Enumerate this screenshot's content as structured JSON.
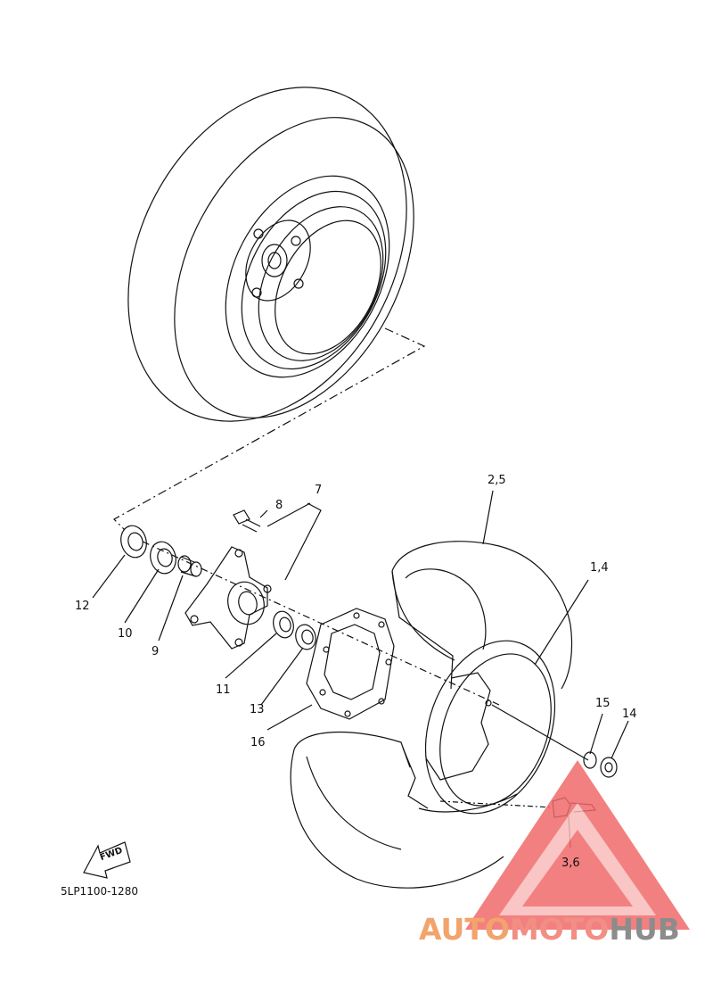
{
  "diagram": {
    "part_labels": [
      "2,5",
      "1,4",
      "7",
      "8",
      "12",
      "10",
      "9",
      "11",
      "13",
      "16",
      "15",
      "14",
      "3,6"
    ],
    "fwd_label": "FWD",
    "diagram_code": "5LP1100-1280"
  },
  "watermark": {
    "part1": "AUTO",
    "part2": "MOTO",
    "part3": "HUB",
    "colors": {
      "auto": "#f3a36c",
      "moto": "#f28e84",
      "hub": "#8c8c8c",
      "triangle": "#f06a6a"
    }
  }
}
